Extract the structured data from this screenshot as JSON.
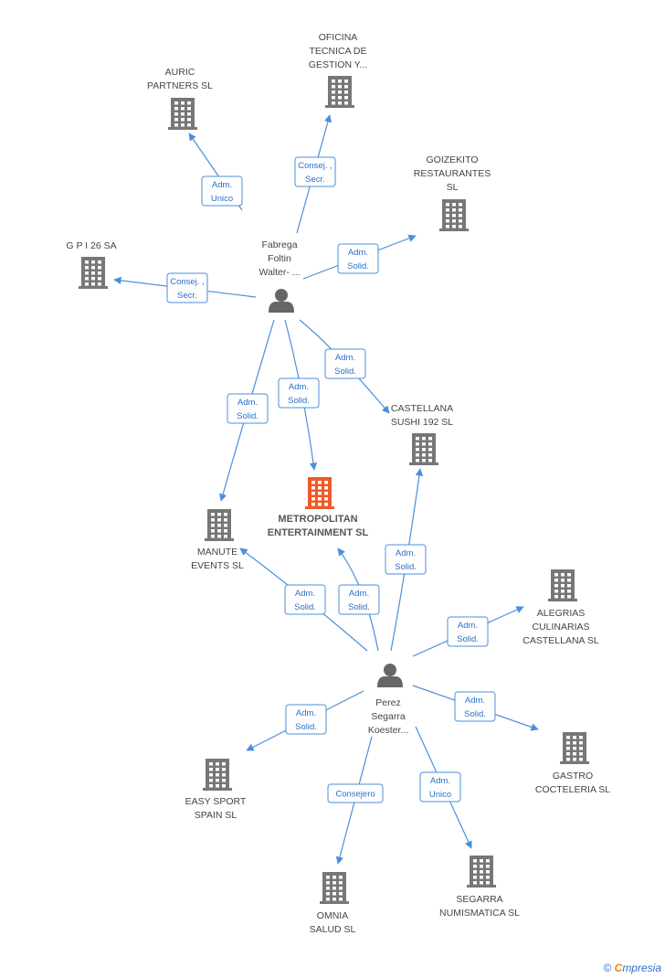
{
  "nodes": [
    {
      "id": "auric",
      "type": "company",
      "label": [
        "AURIC",
        "PARTNERS SL"
      ]
    },
    {
      "id": "oficina",
      "type": "company",
      "label": [
        "OFICINA",
        "TECNICA DE",
        "GESTION Y..."
      ]
    },
    {
      "id": "goizekito",
      "type": "company",
      "label": [
        "GOIZEKITO",
        "RESTAURANTES",
        "SL"
      ]
    },
    {
      "id": "gpi",
      "type": "company",
      "label": [
        "G P I 26 SA"
      ]
    },
    {
      "id": "fabrega",
      "type": "person",
      "label": [
        "Fabrega",
        "Foltin",
        "Walter- ..."
      ]
    },
    {
      "id": "castellana",
      "type": "company",
      "label": [
        "CASTELLANA",
        "SUSHI 192 SL"
      ]
    },
    {
      "id": "metropolitan",
      "type": "company-main",
      "label": [
        "METROPOLITAN",
        "ENTERTAINMENT SL"
      ]
    },
    {
      "id": "manute",
      "type": "company",
      "label": [
        "MANUTE",
        "EVENTS SL"
      ]
    },
    {
      "id": "alegrias",
      "type": "company",
      "label": [
        "ALEGRIAS",
        "CULINARIAS",
        "CASTELLANA SL"
      ]
    },
    {
      "id": "perez",
      "type": "person",
      "label": [
        "Perez",
        "Segarra",
        "Koester..."
      ]
    },
    {
      "id": "gastro",
      "type": "company",
      "label": [
        "GASTRO",
        "COCTELERIA SL"
      ]
    },
    {
      "id": "easysport",
      "type": "company",
      "label": [
        "EASY SPORT",
        "SPAIN SL"
      ]
    },
    {
      "id": "segarra",
      "type": "company",
      "label": [
        "SEGARRA",
        "NUMISMATICA SL"
      ]
    },
    {
      "id": "omnia",
      "type": "company",
      "label": [
        "OMNIA",
        "SALUD SL"
      ]
    }
  ],
  "edges": [
    {
      "from": "fabrega",
      "to": "auric",
      "label": [
        "Adm.",
        "Unico"
      ]
    },
    {
      "from": "fabrega",
      "to": "oficina",
      "label": [
        "Consej. ,",
        "Secr."
      ]
    },
    {
      "from": "fabrega",
      "to": "goizekito",
      "label": [
        "Adm.",
        "Solid."
      ]
    },
    {
      "from": "fabrega",
      "to": "gpi",
      "label": [
        "Consej. ,",
        "Secr."
      ]
    },
    {
      "from": "fabrega",
      "to": "castellana",
      "label": [
        "Adm.",
        "Solid."
      ]
    },
    {
      "from": "fabrega",
      "to": "metropolitan",
      "label": [
        "Adm.",
        "Solid."
      ]
    },
    {
      "from": "fabrega",
      "to": "manute",
      "label": [
        "Adm.",
        "Solid."
      ]
    },
    {
      "from": "perez",
      "to": "castellana",
      "label": [
        "Adm.",
        "Solid."
      ]
    },
    {
      "from": "perez",
      "to": "manute",
      "label": [
        "Adm.",
        "Solid."
      ]
    },
    {
      "from": "perez",
      "to": "metropolitan",
      "label": [
        "Adm.",
        "Solid."
      ]
    },
    {
      "from": "perez",
      "to": "alegrias",
      "label": [
        "Adm.",
        "Solid."
      ]
    },
    {
      "from": "perez",
      "to": "gastro",
      "label": [
        "Adm.",
        "Solid."
      ]
    },
    {
      "from": "perez",
      "to": "easysport",
      "label": [
        "Adm.",
        "Solid."
      ]
    },
    {
      "from": "perez",
      "to": "omnia",
      "label": [
        "Consejero"
      ]
    },
    {
      "from": "perez",
      "to": "segarra",
      "label": [
        "Adm.",
        "Unico"
      ]
    }
  ],
  "colors": {
    "edge": "#4a8fdb",
    "company": "#777777",
    "main": "#f05a28",
    "person": "#666666",
    "edge_text": "#2a6fc9"
  },
  "footer": {
    "copyright": "©",
    "brand_initial": "C",
    "brand_rest": "mpresia"
  }
}
